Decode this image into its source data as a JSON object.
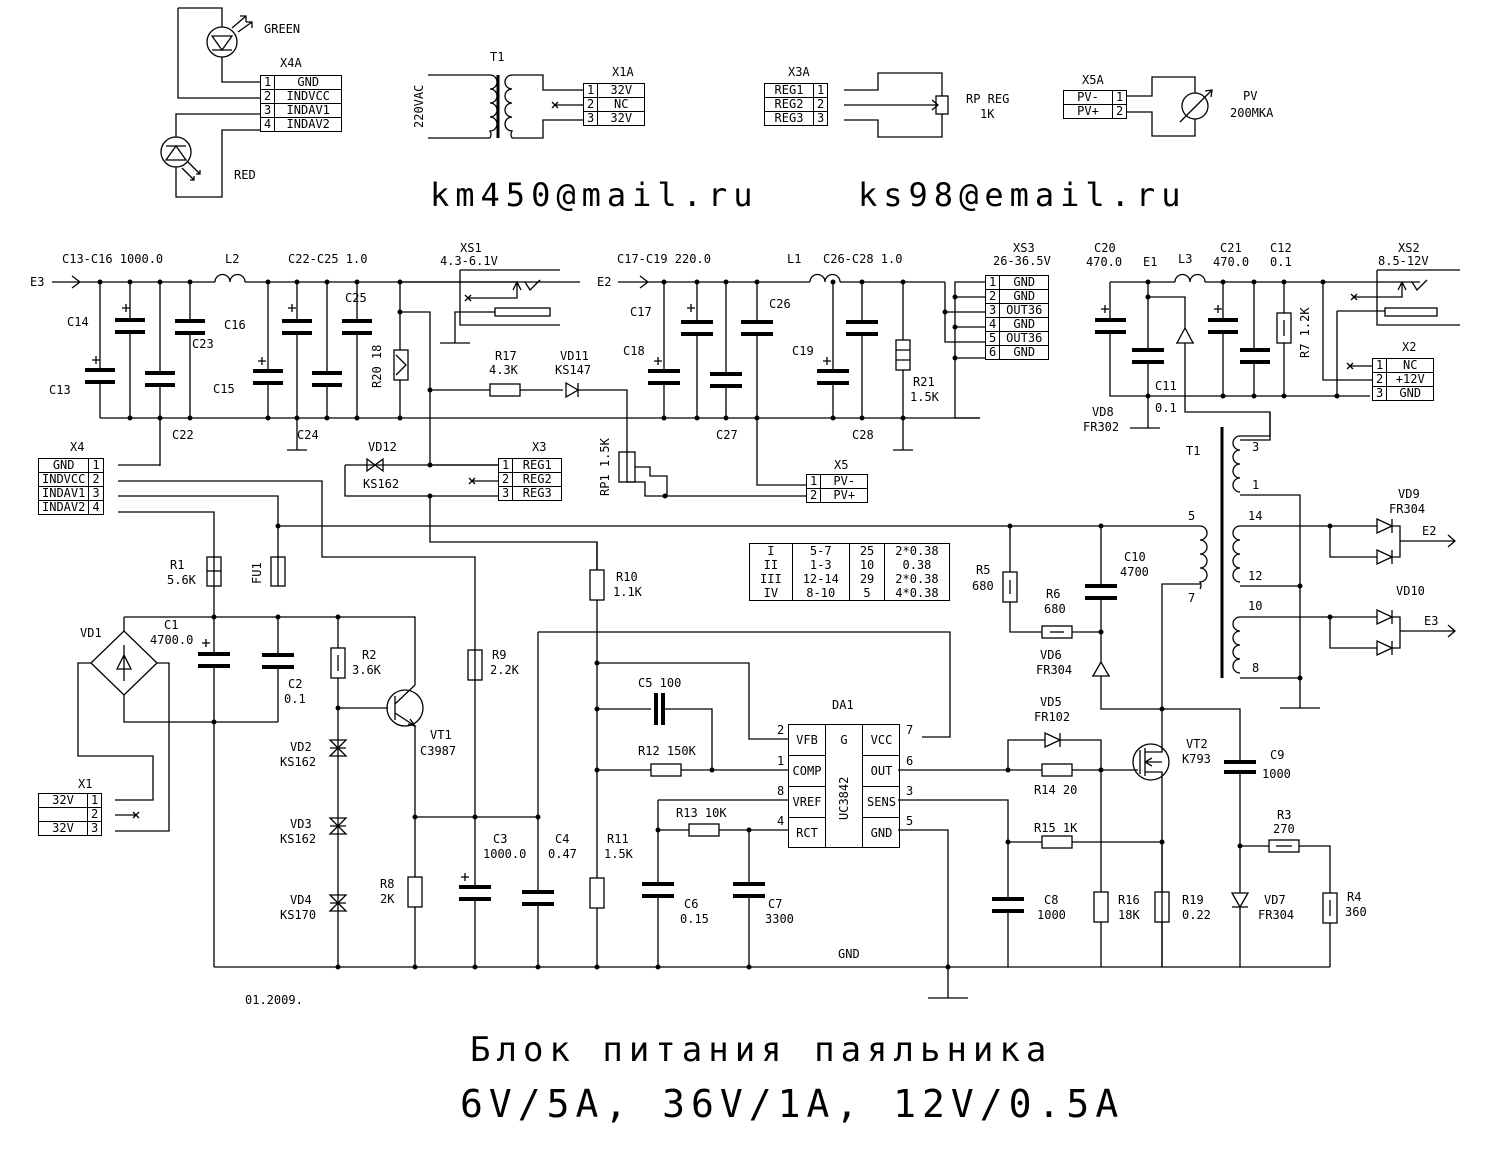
{
  "title": {
    "line1": "Блок питания паяльника",
    "line2": "6V/5A, 36V/1A, 12V/0.5A"
  },
  "contacts": {
    "email1": "km450@mail.ru",
    "email2": "ks98@email.ru"
  },
  "date": "01.2009.",
  "gnd_label": "GND",
  "leds": {
    "green": "GREEN",
    "red": "RED"
  },
  "connectors": {
    "X4A": {
      "name": "X4A",
      "pins": [
        {
          "n": "1",
          "sig": "GND"
        },
        {
          "n": "2",
          "sig": "INDVCC"
        },
        {
          "n": "3",
          "sig": "INDAV1"
        },
        {
          "n": "4",
          "sig": "INDAV2"
        }
      ]
    },
    "X1A": {
      "name": "X1A",
      "pins": [
        {
          "n": "1",
          "sig": "32V"
        },
        {
          "n": "2",
          "sig": "NC"
        },
        {
          "n": "3",
          "sig": "32V"
        }
      ]
    },
    "X3A": {
      "name": "X3A",
      "pins": [
        {
          "n": "1",
          "sig": "REG1"
        },
        {
          "n": "2",
          "sig": "REG2"
        },
        {
          "n": "3",
          "sig": "REG3"
        }
      ]
    },
    "X5A": {
      "name": "X5A",
      "pins": [
        {
          "n": "1",
          "sig": "PV-"
        },
        {
          "n": "2",
          "sig": "PV+"
        }
      ]
    },
    "XS3": {
      "name": "XS3",
      "value": "26-36.5V",
      "pins": [
        {
          "n": "1",
          "sig": "GND"
        },
        {
          "n": "2",
          "sig": "GND"
        },
        {
          "n": "3",
          "sig": "OUT36"
        },
        {
          "n": "4",
          "sig": "GND"
        },
        {
          "n": "5",
          "sig": "OUT36"
        },
        {
          "n": "6",
          "sig": "GND"
        }
      ]
    },
    "X2": {
      "name": "X2",
      "pins": [
        {
          "n": "1",
          "sig": "NC"
        },
        {
          "n": "2",
          "sig": "+12V"
        },
        {
          "n": "3",
          "sig": "GND"
        }
      ]
    },
    "X4": {
      "name": "X4",
      "pins": [
        {
          "n": "1",
          "sig": "GND"
        },
        {
          "n": "2",
          "sig": "INDVCC"
        },
        {
          "n": "3",
          "sig": "INDAV1"
        },
        {
          "n": "4",
          "sig": "INDAV2"
        }
      ]
    },
    "X3": {
      "name": "X3",
      "pins": [
        {
          "n": "1",
          "sig": "REG1"
        },
        {
          "n": "2",
          "sig": "REG2"
        },
        {
          "n": "3",
          "sig": "REG3"
        }
      ]
    },
    "X5": {
      "name": "X5",
      "pins": [
        {
          "n": "1",
          "sig": "PV-"
        },
        {
          "n": "2",
          "sig": "PV+"
        }
      ]
    },
    "X1": {
      "name": "X1",
      "pins": [
        {
          "n": "1",
          "sig": "32V"
        },
        {
          "n": "2",
          "sig": ""
        },
        {
          "n": "3",
          "sig": "32V"
        }
      ]
    },
    "XS1": {
      "name": "XS1",
      "value": "4.3-6.1V"
    },
    "XS2": {
      "name": "XS2",
      "value": "8.5-12V"
    }
  },
  "mains": {
    "label": "220VAC",
    "t1": "T1"
  },
  "pot": {
    "name": "RP REG",
    "value": "1K"
  },
  "meter": {
    "name": "PV",
    "value": "200MKA"
  },
  "rails": {
    "E3": "E3",
    "E2": "E2",
    "E1": "E1"
  },
  "components": {
    "C13_C16": "C13-C16 1000.0",
    "L2": "L2",
    "C22_C25": "C22-C25 1.0",
    "C14": "C14",
    "C13": "C13",
    "C23": "C23",
    "C22": "C22",
    "C16": "C16",
    "C15": "C15",
    "C24": "C24",
    "C25": "C25",
    "R20": "R20 18",
    "R17": "R17",
    "R17v": "4.3K",
    "VD11": "VD11",
    "VD11v": "KS147",
    "C17_C19": "C17-C19 220.0",
    "L1": "L1",
    "C26_C28": "C26-C28 1.0",
    "C17": "C17",
    "C18": "C18",
    "C26": "C26",
    "C27": "C27",
    "C19": "C19",
    "C28": "C28",
    "R21": "R21",
    "R21v": "1.5K",
    "C20": "C20",
    "C20v": "470.0",
    "L3": "L3",
    "C21": "C21",
    "C21v": "470.0",
    "C12": "C12",
    "C12v": "0.1",
    "R7": "R7 1.2K",
    "C11": "C11",
    "C11v": "0.1",
    "VD8": "VD8",
    "VD8v": "FR302",
    "VD12": "VD12",
    "VD12v": "KS162",
    "RP1": "RP1 1.5K",
    "R1": "R1",
    "R1v": "5.6K",
    "FU1": "FU1",
    "VD1": "VD1",
    "C1": "C1",
    "C1v": "4700.0",
    "C2": "C2",
    "C2v": "0.1",
    "R2": "R2",
    "R2v": "3.6K",
    "VT1": "VT1",
    "VT1v": "C3987",
    "VD2": "VD2",
    "VD2v": "KS162",
    "VD3": "VD3",
    "VD3v": "KS162",
    "VD4": "VD4",
    "VD4v": "KS170",
    "R8": "R8",
    "R8v": "2K",
    "R9": "R9",
    "R9v": "2.2K",
    "C3": "C3",
    "C3v": "1000.0",
    "C4": "C4",
    "C4v": "0.47",
    "R10": "R10",
    "R10v": "1.1K",
    "R11": "R11",
    "R11v": "1.5K",
    "C5": "C5 100",
    "R12": "R12 150K",
    "R13": "R13 10K",
    "C6": "C6",
    "C6v": "0.15",
    "C7": "C7",
    "C7v": "3300",
    "DA1": "DA1",
    "R5": "R5",
    "R5v": "680",
    "R6": "R6",
    "R6v": "680",
    "C10": "C10",
    "C10v": "4700",
    "VD6": "VD6",
    "VD6v": "FR304",
    "VD5": "VD5",
    "VD5v": "FR102",
    "R14": "R14 20",
    "R15": "R15 1K",
    "VT2": "VT2",
    "VT2v": "K793",
    "C9": "C9",
    "C9v": "1000",
    "R3": "R3",
    "R3v": "270",
    "R4": "R4",
    "R4v": "360",
    "C8": "C8",
    "C8v": "1000",
    "R16": "R16",
    "R16v": "18K",
    "R19": "R19",
    "R19v": "0.22",
    "VD7": "VD7",
    "VD7v": "FR304",
    "VD9": "VD9",
    "VD9v": "FR304",
    "VD10": "VD10",
    "T1": "T1"
  },
  "ic": {
    "name": "UC3842",
    "left": [
      {
        "pin": "2",
        "sig": "VFB"
      },
      {
        "pin": "1",
        "sig": "COMP"
      },
      {
        "pin": "8",
        "sig": "VREF"
      },
      {
        "pin": "4",
        "sig": "RCT"
      }
    ],
    "mid": "G",
    "right": [
      {
        "pin": "7",
        "sig": "VCC"
      },
      {
        "pin": "6",
        "sig": "OUT"
      },
      {
        "pin": "3",
        "sig": "SENS"
      },
      {
        "pin": "5",
        "sig": "GND"
      }
    ]
  },
  "transformer_pins": {
    "p3": "3",
    "p1": "1",
    "p5": "5",
    "p7": "7",
    "p14": "14",
    "p12": "12",
    "p10": "10",
    "p8": "8"
  },
  "winding_table": {
    "rows": [
      {
        "winding": "I",
        "pins": "5-7",
        "turns": "25",
        "wire": "2*0.38"
      },
      {
        "winding": "II",
        "pins": "1-3",
        "turns": "10",
        "wire": "0.38"
      },
      {
        "winding": "III",
        "pins": "12-14",
        "turns": "29",
        "wire": "2*0.38"
      },
      {
        "winding": "IV",
        "pins": "8-10",
        "turns": "5",
        "wire": "4*0.38"
      }
    ]
  }
}
